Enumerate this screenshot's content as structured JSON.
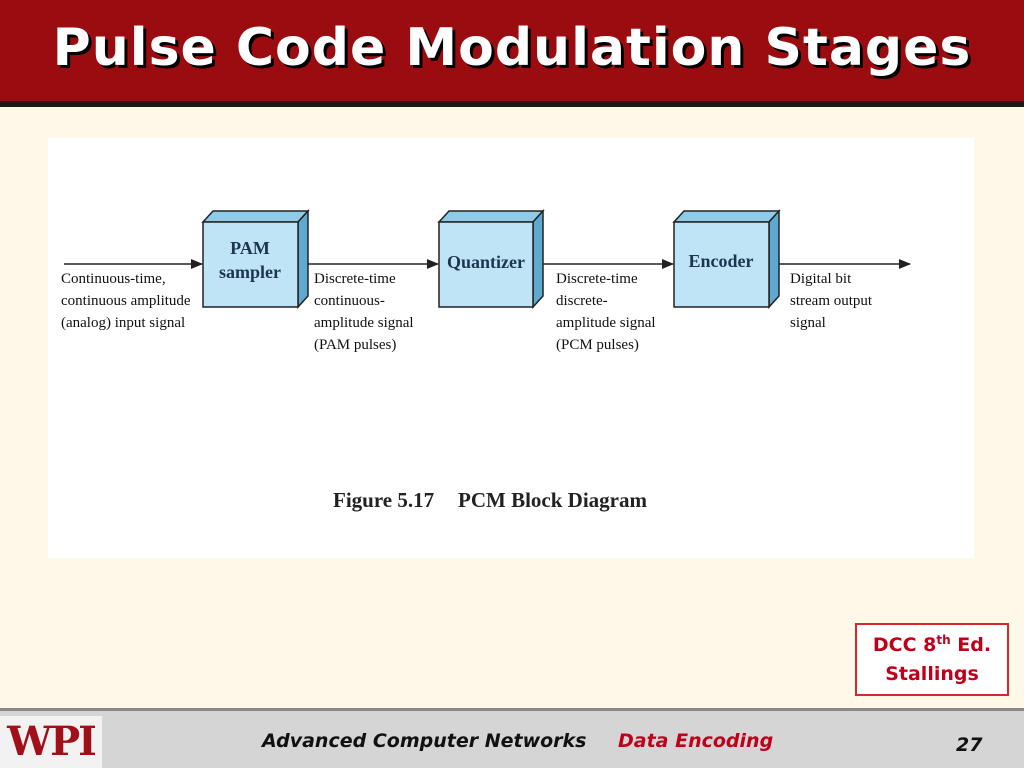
{
  "slide": {
    "title": "Pulse Code Modulation Stages"
  },
  "diagram": {
    "input_label": [
      "Continuous-time,",
      "continuous amplitude",
      "(analog) input signal"
    ],
    "blocks": [
      {
        "lines": [
          "PAM",
          "sampler"
        ]
      },
      {
        "lines": [
          "Quantizer"
        ]
      },
      {
        "lines": [
          "Encoder"
        ]
      }
    ],
    "signal_labels": [
      [
        "Discrete-time",
        "continuous-",
        "amplitude signal",
        "(PAM pulses)"
      ],
      [
        "Discrete-time",
        "discrete-",
        "amplitude signal",
        "(PCM pulses)"
      ]
    ],
    "output_label": [
      "Digital bit",
      "stream output",
      "signal"
    ],
    "caption_number": "Figure 5.17",
    "caption_text": "PCM Block Diagram"
  },
  "reference": {
    "line1_prefix": "DCC 8",
    "line1_sup": "th",
    "line1_suffix": " Ed.",
    "line2": "Stallings"
  },
  "footer": {
    "logo": "WPI",
    "course": "Advanced Computer Networks",
    "topic": "Data Encoding",
    "page": "27"
  },
  "colors": {
    "title_bar": "#9b0c10",
    "block_fill": "#bfe4f5",
    "accent_red": "#c0001a"
  }
}
